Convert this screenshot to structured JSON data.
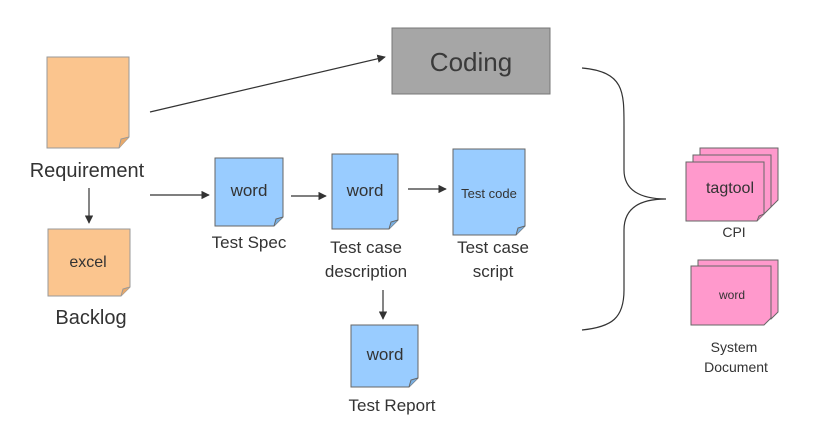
{
  "nodes": {
    "requirement": {
      "label": "Requirement"
    },
    "backlog": {
      "label": "Backlog",
      "doc_text": "excel"
    },
    "coding": {
      "label": "Coding"
    },
    "test_spec": {
      "label": "Test Spec",
      "doc_text": "word"
    },
    "test_case_description": {
      "label_line1": "Test case",
      "label_line2": "description",
      "doc_text": "word"
    },
    "test_case_script": {
      "label_line1": "Test case",
      "label_line2": "script",
      "doc_text": "Test code"
    },
    "test_report": {
      "label": "Test Report",
      "doc_text": "word"
    },
    "cpi": {
      "label": "CPI",
      "doc_text": "tagtool"
    },
    "system_document": {
      "label_line1": "System",
      "label_line2": "Document",
      "doc_text": "word"
    }
  },
  "colors": {
    "requirement_fill": "#fbc58e",
    "test_doc_fill": "#99ccff",
    "output_doc_fill": "#ff99cc",
    "coding_fill": "#a6a6a6",
    "edge": "#333333"
  }
}
